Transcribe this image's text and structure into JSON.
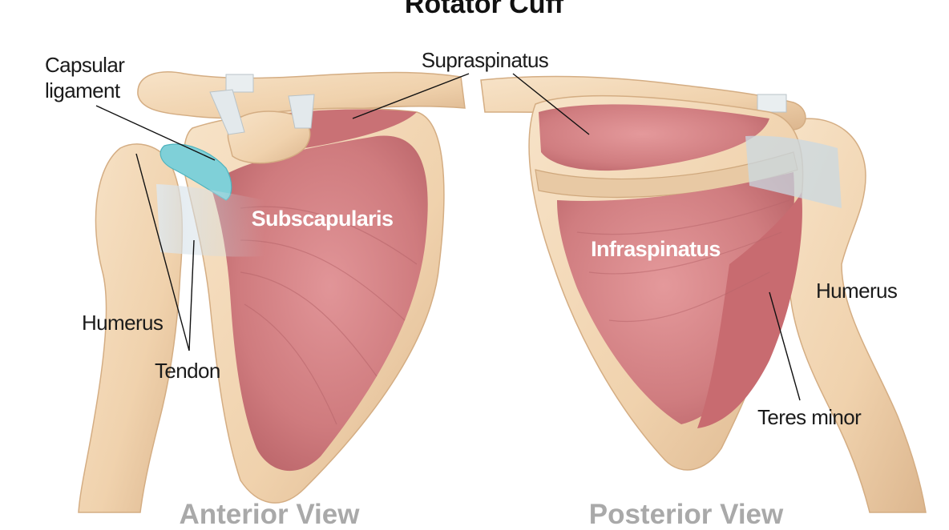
{
  "title": "Rotator Cuff",
  "views": {
    "anterior": "Anterior View",
    "posterior": "Posterior View"
  },
  "labels": {
    "capsular_ligament_line1": "Capsular",
    "capsular_ligament_line2": "ligament",
    "supraspinatus": "Supraspinatus",
    "subscapularis": "Subscapularis",
    "infraspinatus": "Infraspinatus",
    "humerus_left": "Humerus",
    "humerus_right": "Humerus",
    "tendon": "Tendon",
    "teres_minor": "Teres minor"
  },
  "colors": {
    "bone": "#f1d6b4",
    "bone_shade": "#d9b48c",
    "muscle": "#cd7b7d",
    "muscle_dark": "#b25a60",
    "tendon": "#c8d7e0",
    "ligament": "#7fd0d8",
    "view_label": "#a9a9a9"
  }
}
